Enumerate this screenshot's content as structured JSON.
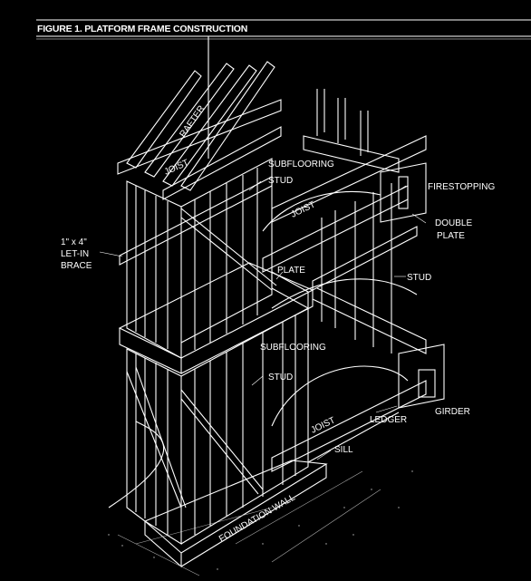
{
  "figure": {
    "title": "FIGURE 1. PLATFORM FRAME CONSTRUCTION"
  },
  "labels": {
    "rafter": "RAFTER",
    "joist_top": "JOIST",
    "subflooring_top": "SUBFLOORING",
    "stud_top": "STUD",
    "firestopping": "FIRESTOPPING",
    "joist_mid": "JOIST",
    "double_plate_1": "DOUBLE",
    "double_plate_2": "PLATE",
    "let_in_brace_1": "1\" x 4\"",
    "let_in_brace_2": "LET-IN",
    "let_in_brace_3": "BRACE",
    "plate": "PLATE",
    "stud_right": "STUD",
    "subflooring_mid": "SUBFLOORING",
    "stud_mid": "STUD",
    "girder": "GIRDER",
    "ledger": "LEDGER",
    "joist_bottom": "JOIST",
    "sill": "SILL",
    "foundation_wall": "FOUNDATION WALL"
  },
  "colors": {
    "background": "#000000",
    "line": "#ffffff"
  }
}
